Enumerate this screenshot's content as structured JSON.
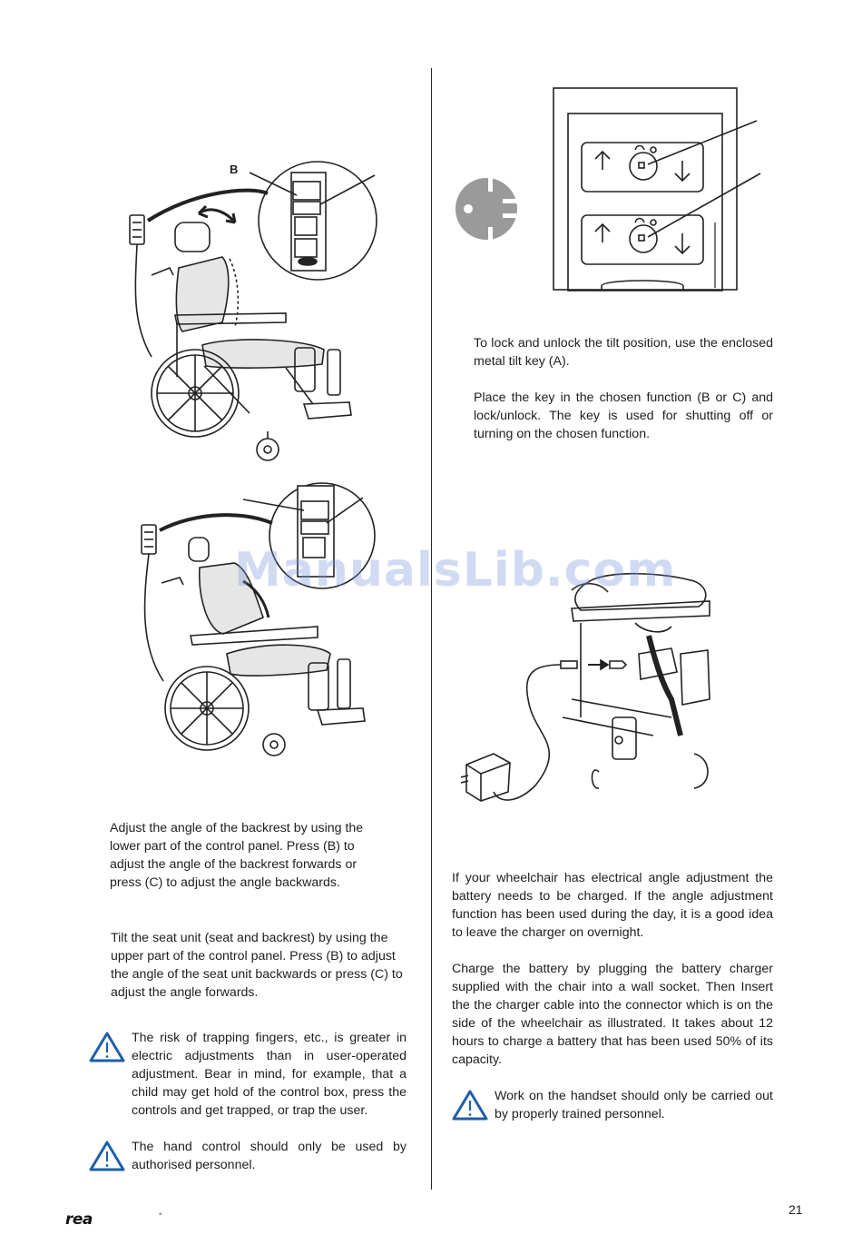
{
  "figure_labels": {
    "b_label": "B"
  },
  "left_column": {
    "para_backrest": "Adjust the angle of the backrest by using the lower part of the control panel. Press (B) to adjust the angle of the backrest forwards or press (C) to adjust the angle backwards.",
    "para_tilt": "Tilt  the seat unit (seat and backrest) by using the upper part of the control panel. Press (B) to adjust the angle of the seat unit backwards or press (C) to adjust the angle forwards.",
    "warning_trapping": "The risk of trapping fingers, etc., is greater in electric adjustments than in user-operated adjustment. Bear in mind, for example, that a child may get hold of the control box, press the controls and get trapped, or trap the user.",
    "warning_authorised": "The hand control should only be used by authorised personnel."
  },
  "right_column": {
    "para_lock": "To lock and unlock the tilt position, use the enclosed metal tilt key (A).",
    "para_key": "Place the key in the chosen function (B or C) and lock/unlock. The key is used for shutting off or turning on the chosen function.",
    "para_battery": "If your wheelchair has electrical angle adjustment the battery needs to be charged. If the angle adjustment function has been used during the day, it is a good idea to leave the charger on overnight.",
    "para_charge": "Charge the battery by plugging the battery charger supplied with the chair into a wall socket. Then Insert the the charger cable into the connector which is on the side of the wheelchair as illustrated. It takes about 12 hours to charge a battery that has been used 50% of its capacity.",
    "warning_handset": "Work on the handset should only be carried out by properly trained personnel."
  },
  "footer": {
    "logo": "rea",
    "page_number": "21"
  },
  "watermark": "ManualsLib.com",
  "colors": {
    "warning_blue": "#1f5fa8",
    "key_gray": "#9a9a9a"
  }
}
